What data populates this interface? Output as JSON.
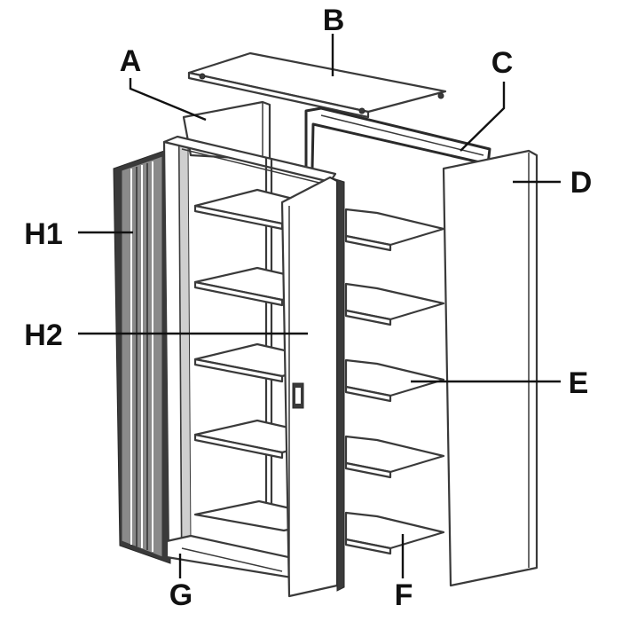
{
  "labels": {
    "a": "A",
    "b": "B",
    "c": "C",
    "d": "D",
    "e": "E",
    "f": "F",
    "g": "G",
    "h1": "H1",
    "h2": "H2"
  }
}
